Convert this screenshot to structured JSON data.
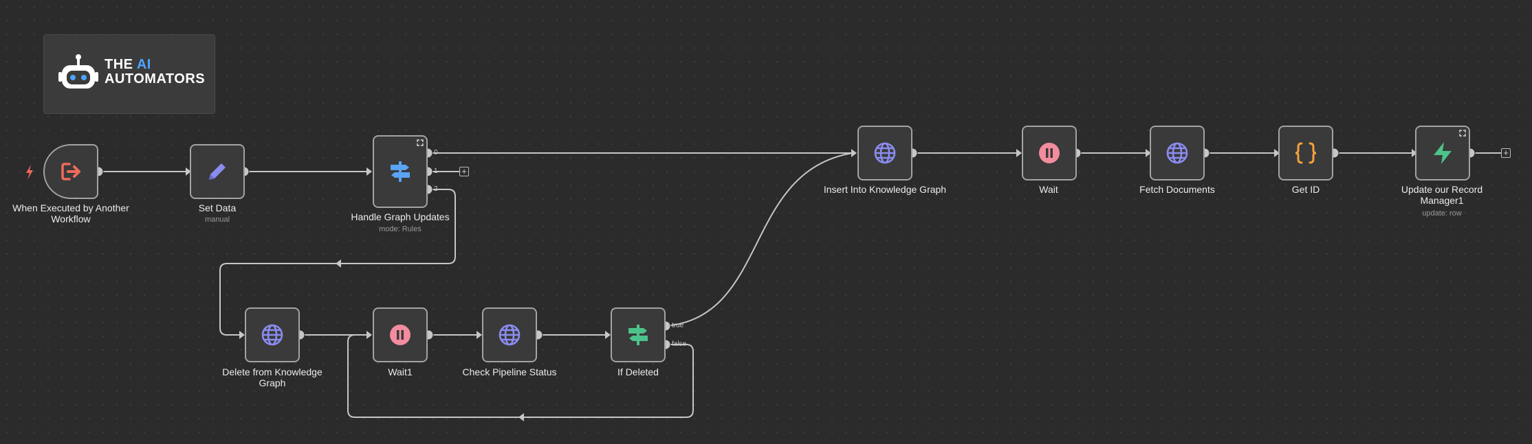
{
  "logo": {
    "line1_a": "THE",
    "line1_b": "AI",
    "line2": "AUTOMATORS"
  },
  "nodes": {
    "trigger": {
      "label": "When Executed by Another Workflow",
      "icon": "exit-arrow-icon",
      "color": "#f06a5c"
    },
    "set_data": {
      "label": "Set Data",
      "sub": "manual",
      "icon": "pencil-icon",
      "color": "#8b8cf0"
    },
    "handle_graph": {
      "label": "Handle Graph Updates",
      "sub": "mode: Rules",
      "icon": "signpost-icon",
      "color": "#5aa3f5",
      "outputs": [
        "0",
        "1",
        "2"
      ]
    },
    "insert_kg": {
      "label": "Insert Into Knowledge Graph",
      "icon": "globe-icon",
      "color": "#8b8cf0"
    },
    "wait": {
      "label": "Wait",
      "icon": "pause-icon",
      "color": "#f28c9e"
    },
    "fetch_docs": {
      "label": "Fetch Documents",
      "icon": "globe-icon",
      "color": "#8b8cf0"
    },
    "get_id": {
      "label": "Get ID",
      "icon": "braces-icon",
      "color": "#f4a13a"
    },
    "update_record": {
      "label": "Update our Record Manager1",
      "sub": "update: row",
      "icon": "supabase-icon",
      "color": "#4cc38a"
    },
    "delete_kg": {
      "label": "Delete from Knowledge Graph",
      "icon": "globe-icon",
      "color": "#8b8cf0"
    },
    "wait1": {
      "label": "Wait1",
      "icon": "pause-icon",
      "color": "#f28c9e"
    },
    "check_pipeline": {
      "label": "Check Pipeline Status",
      "icon": "globe-icon",
      "color": "#8b8cf0"
    },
    "if_deleted": {
      "label": "If Deleted",
      "icon": "signpost-icon",
      "color": "#4cc38a",
      "outputs": [
        "true",
        "false"
      ]
    }
  },
  "canvas": {
    "background": "#2b2b2b",
    "wire_color": "#c7c7c7"
  }
}
